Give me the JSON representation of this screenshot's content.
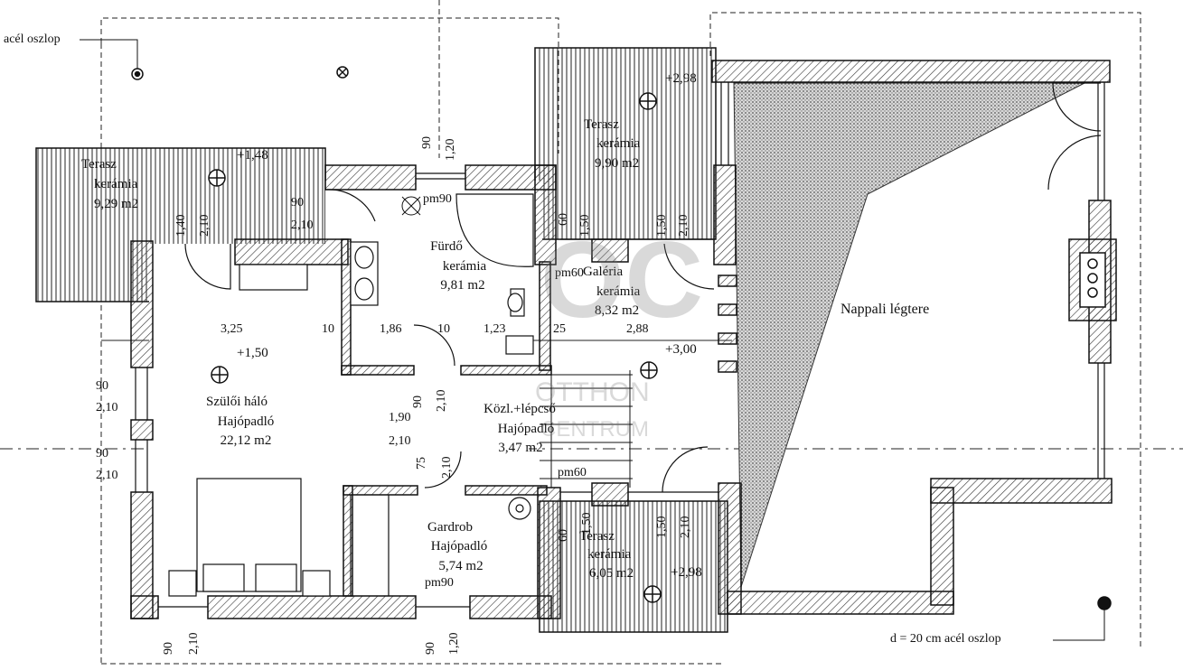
{
  "annotations": {
    "steel_column_top": "acél oszlop",
    "steel_column_bottom": "d = 20 cm acél oszlop"
  },
  "rooms": {
    "terrace_left": {
      "name": "Terasz",
      "finish": "kerámia",
      "area": "9,29 m2",
      "level": "+1,48"
    },
    "terrace_top": {
      "name": "Terasz",
      "finish": "kerámia",
      "area": "9,90 m2",
      "level": "+2,98"
    },
    "terrace_bottom": {
      "name": "Terasz",
      "finish": "kerámia",
      "area": "6,05 m2",
      "level": "+2,98"
    },
    "bathroom": {
      "name": "Fürdő",
      "finish": "kerámia",
      "area": "9,81 m2"
    },
    "gallery": {
      "name": "Galéria",
      "finish": "kerámia",
      "area": "8,32 m2",
      "level": "+3,00"
    },
    "living_void": {
      "name": "Nappali légtere"
    },
    "master_bedroom": {
      "name": "Szülői háló",
      "finish": "Hajópadló",
      "area": "22,12 m2",
      "level": "+1,50"
    },
    "hall_stairs": {
      "name": "Közl.+lépcső",
      "finish": "Hajópadló",
      "area": "3,47 m2"
    },
    "wardrobe": {
      "name": "Gardrob",
      "finish": "Hajópadló",
      "area": "5,74 m2"
    }
  },
  "dimensions": {
    "d_90_top": "90",
    "d_120_top": "1,20",
    "d_pm90_bath": "pm90",
    "d_90_210_door_w": "90",
    "d_90_210_door_h": "2,10",
    "d_140": "1,40",
    "d_210_left": "2,10",
    "d_60_gal": "60",
    "d_150_gal": "1,50",
    "d_150_gal2": "1,50",
    "d_210_gal": "2,10",
    "d_pm60_gal": "pm60",
    "d_325": "3,25",
    "d_10a": "10",
    "d_186": "1,86",
    "d_10b": "10",
    "d_123": "1,23",
    "d_25": "25",
    "d_288": "2,88",
    "d_90_win1": "90",
    "d_210_win1": "2,10",
    "d_90_win2": "90",
    "d_210_win2": "2,10",
    "d_190": "1,90",
    "d_210_hall": "2,10",
    "d_90_hall_v": "90",
    "d_210_hall_v": "2,10",
    "d_75": "75",
    "d_210_hall_v2": "2,10",
    "d_pm60_hall": "pm60",
    "d_60_bot": "60",
    "d_150_bot": "1,50",
    "d_150_bot2": "1,50",
    "d_210_bot": "2,10",
    "d_pm90_bot": "pm90",
    "d_90_bot_left": "90",
    "d_210_bot_left": "2,10",
    "d_90_bot_mid": "90",
    "d_120_bot_mid": "1,20"
  },
  "watermark": {
    "logo": "OC",
    "line1": "OTTHON",
    "line2": "CENTRUM"
  }
}
